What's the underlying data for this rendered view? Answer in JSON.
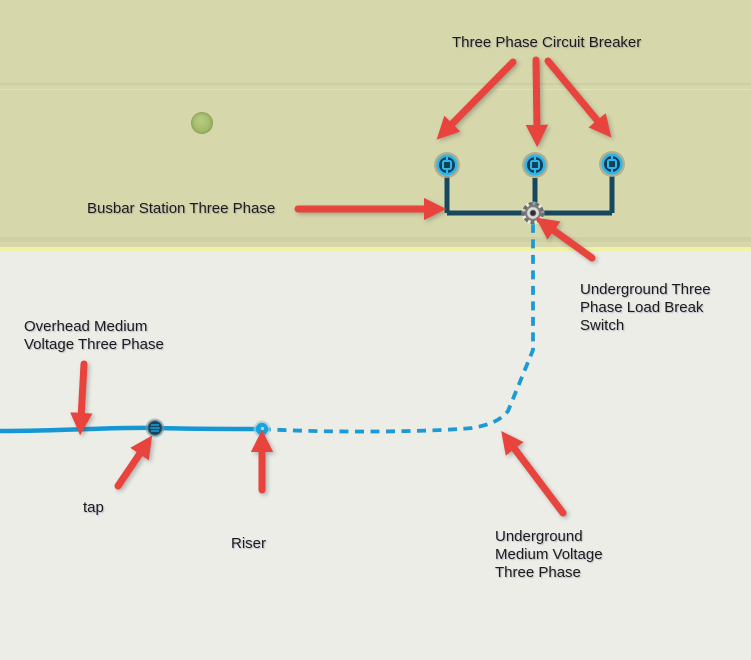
{
  "scene_title": "Electric distribution network annotated diagram",
  "labels": {
    "circuit_breaker": "Three Phase Circuit Breaker",
    "busbar": "Busbar Station Three Phase",
    "load_break_switch": "Underground Three\nPhase Load Break\nSwitch",
    "overhead": "Overhead Medium\nVoltage Three Phase",
    "tap": "tap",
    "riser": "Riser",
    "underground_mv": "Underground\nMedium Voltage\nThree Phase"
  },
  "icons": {
    "circuit_breaker": "breaker-icon",
    "load_break_switch": "gear-icon",
    "tap": "tap-icon",
    "riser": "riser-dot-icon",
    "tree": "tree-icon",
    "annotation_arrow": "red-arrow-icon"
  },
  "colors": {
    "land": "#d7d7ac",
    "ground": "#ecede7",
    "parcel_stripe": "#f0f2a6",
    "overhead_line": "#1697d4",
    "underground_line": "#1c9ad6",
    "busbar_line": "#17485f",
    "arrow": "#e8433c",
    "breaker_accent": "#2eb6e8",
    "breaker_fill": "#133f58",
    "label_text": "#1c1c1c"
  }
}
